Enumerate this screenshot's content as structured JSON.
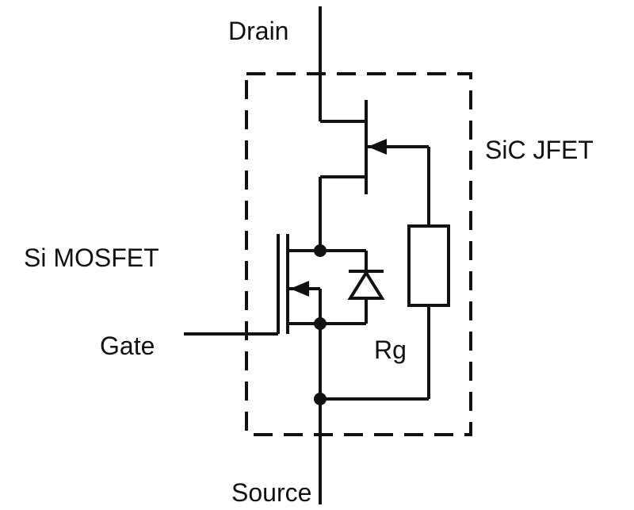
{
  "labels": {
    "drain": "Drain",
    "source": "Source",
    "gate": "Gate",
    "jfet": "SiC JFET",
    "mosfet": "Si MOSFET",
    "rg": "Rg"
  },
  "colors": {
    "ink": "#111111",
    "background": "#ffffff"
  }
}
